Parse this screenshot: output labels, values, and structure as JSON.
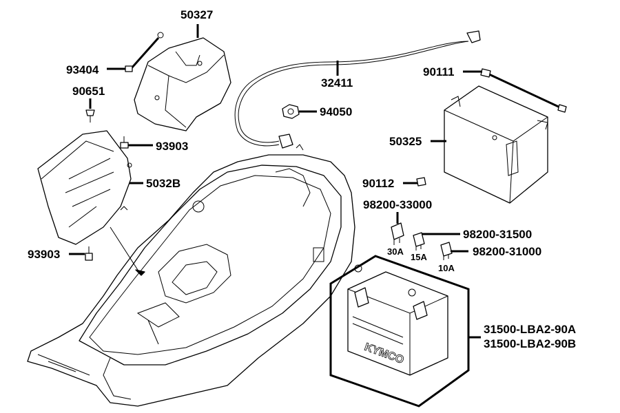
{
  "callouts": {
    "p50327": "50327",
    "p93404": "93404",
    "p90651": "90651",
    "p32411": "32411",
    "p94050": "94050",
    "p93903a": "93903",
    "p5032b": "5032B",
    "p93903b": "93903",
    "p90111": "90111",
    "p50325": "50325",
    "p90112": "90112",
    "p98200_33000": "98200-33000",
    "p98200_31500": "98200-31500",
    "p98200_31000": "98200-31000",
    "p31500_lba2_90a": "31500-LBA2-90A",
    "p31500_lba2_90b": "31500-LBA2-90B"
  },
  "fuses": {
    "f30": "30A",
    "f15": "15A",
    "f10": "10A"
  },
  "battery_label": "KYMCO"
}
